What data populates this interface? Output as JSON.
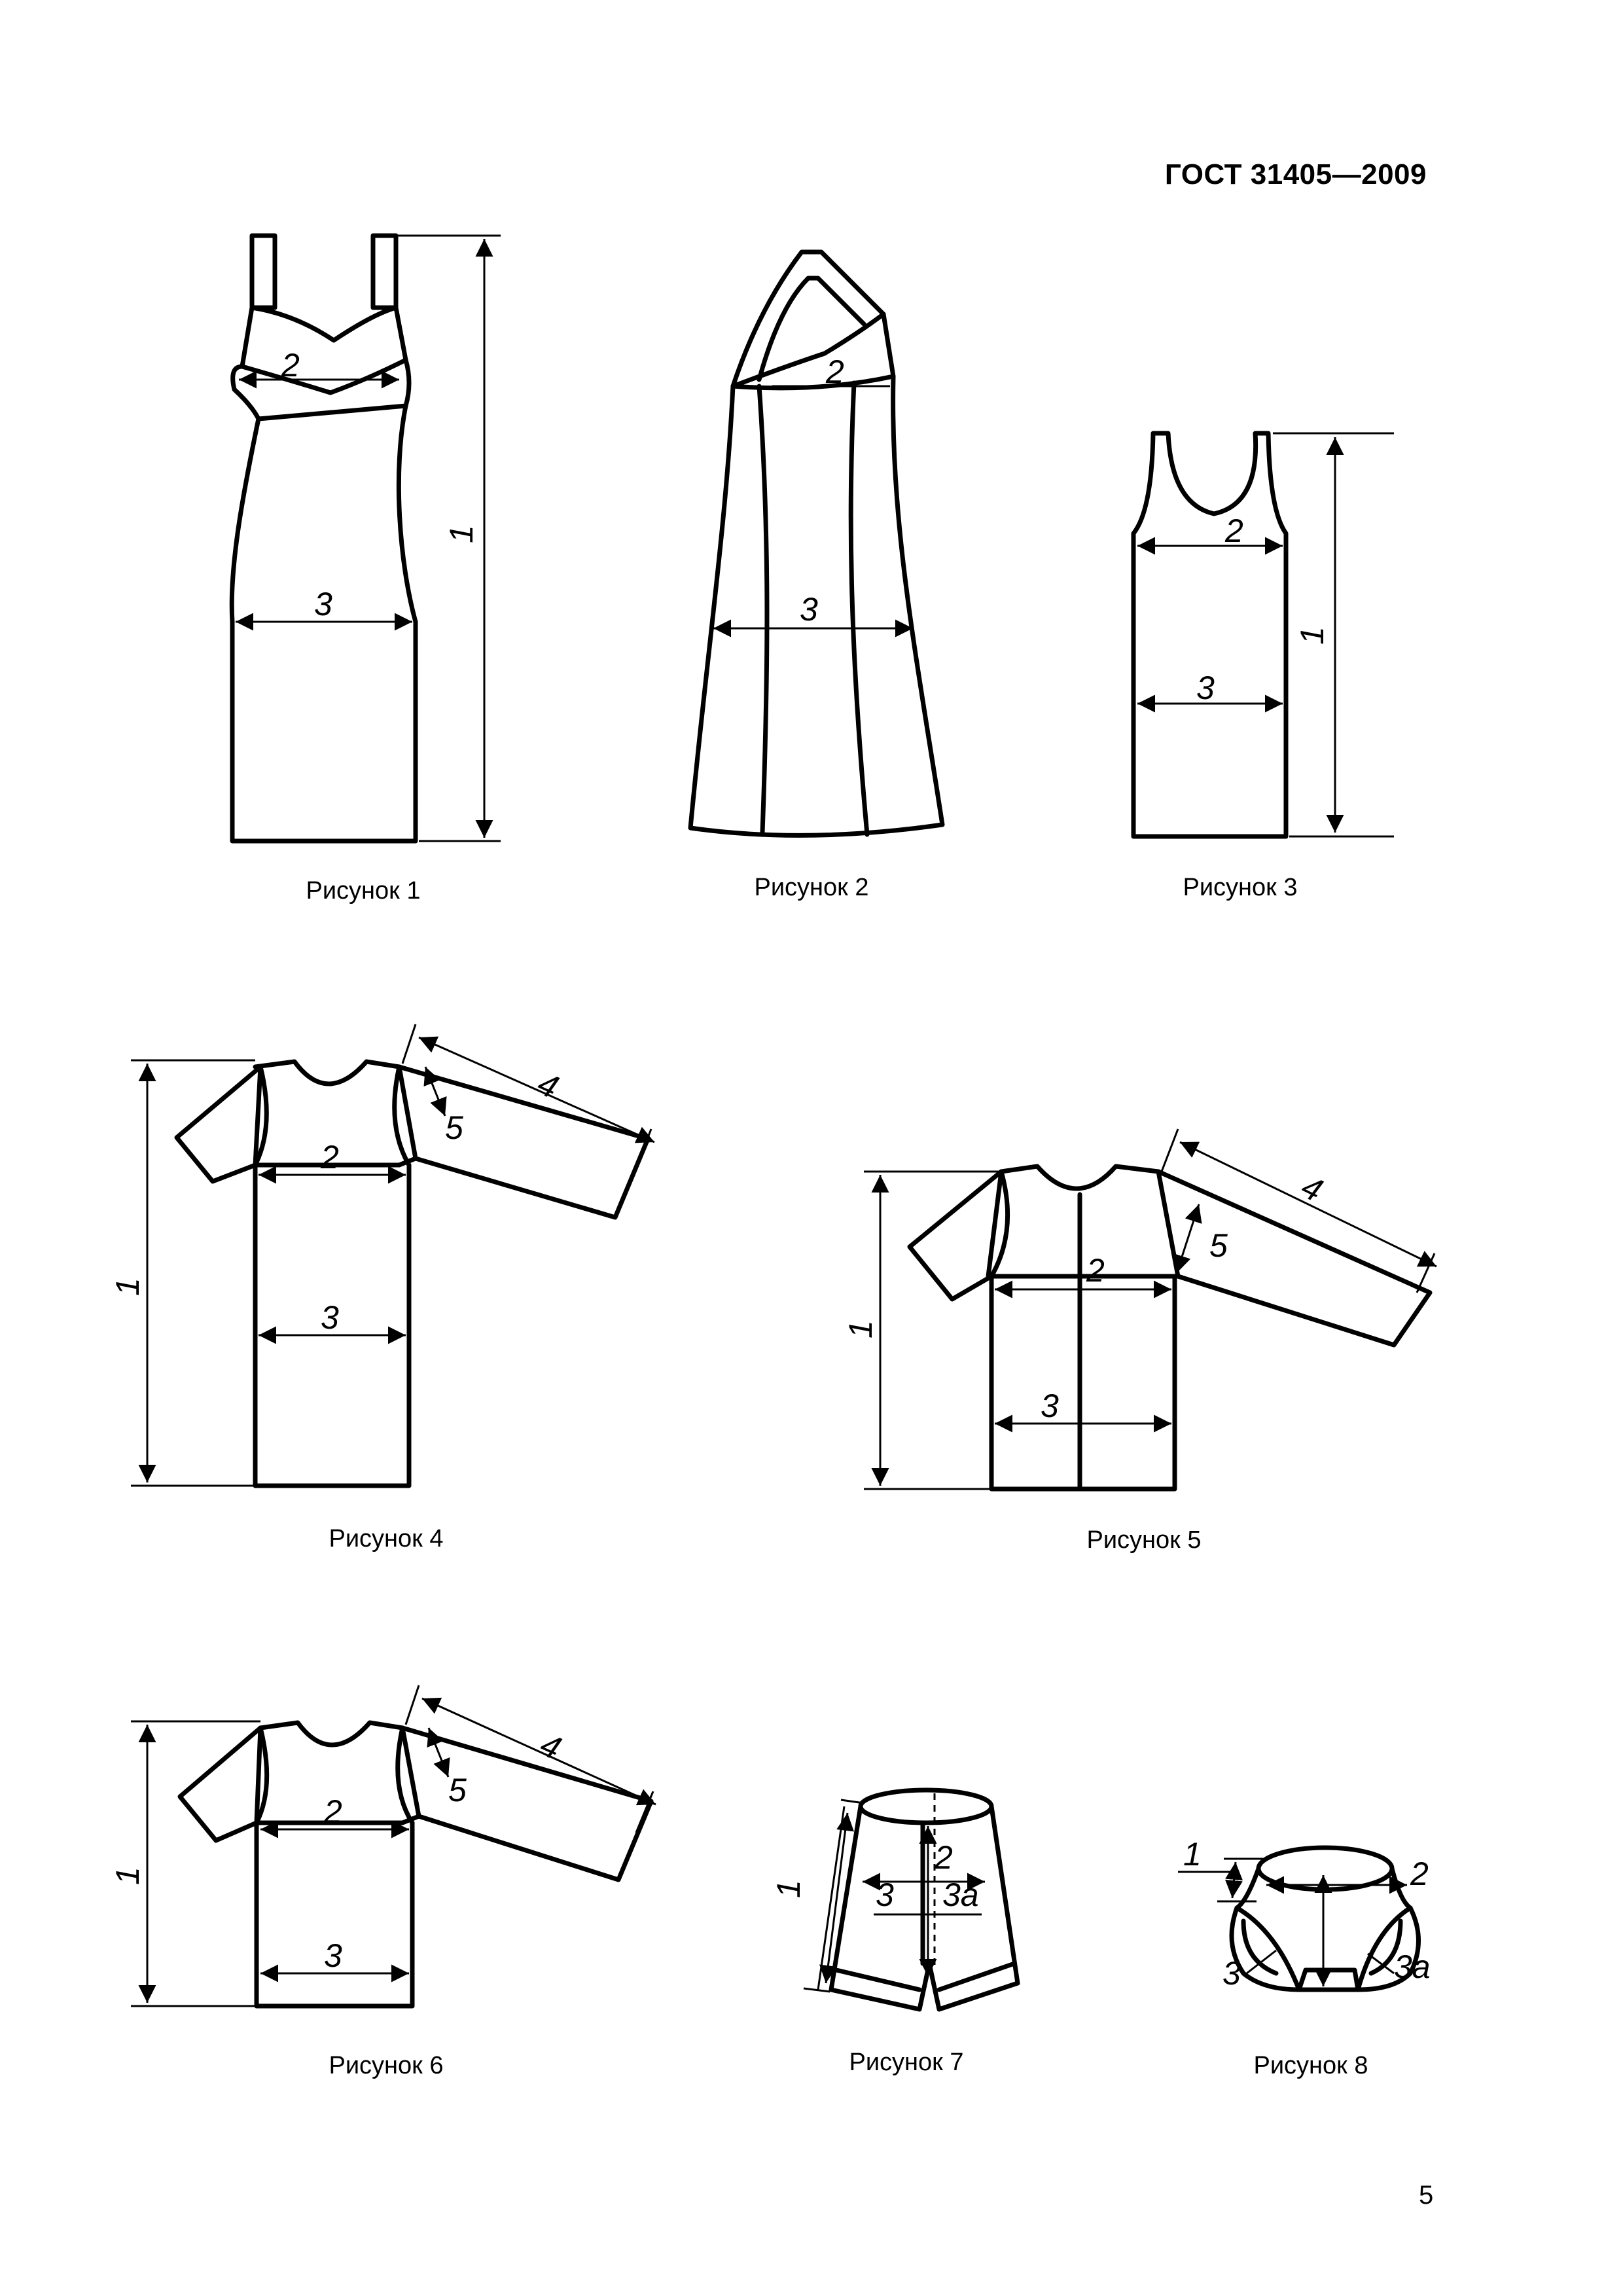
{
  "header": {
    "doc_code": "ГОСТ 31405—2009"
  },
  "footer": {
    "page_number": "5"
  },
  "figures": [
    {
      "caption": "Рисунок 1",
      "labels": [
        "2",
        "3",
        "1"
      ]
    },
    {
      "caption": "Рисунок 2",
      "labels": [
        "2",
        "3"
      ]
    },
    {
      "caption": "Рисунок 3",
      "labels": [
        "2",
        "3",
        "1"
      ]
    },
    {
      "caption": "Рисунок 4",
      "labels": [
        "4",
        "5",
        "2",
        "3",
        "1"
      ]
    },
    {
      "caption": "Рисунок 5",
      "labels": [
        "4",
        "5",
        "2",
        "3",
        "1"
      ]
    },
    {
      "caption": "Рисунок 6",
      "labels": [
        "4",
        "5",
        "2",
        "3",
        "1"
      ]
    },
    {
      "caption": "Рисунок 7",
      "labels": [
        "1",
        "2",
        "3",
        "3а"
      ]
    },
    {
      "caption": "Рисунок 8",
      "labels": [
        "1",
        "2",
        "3",
        "3а"
      ]
    }
  ]
}
